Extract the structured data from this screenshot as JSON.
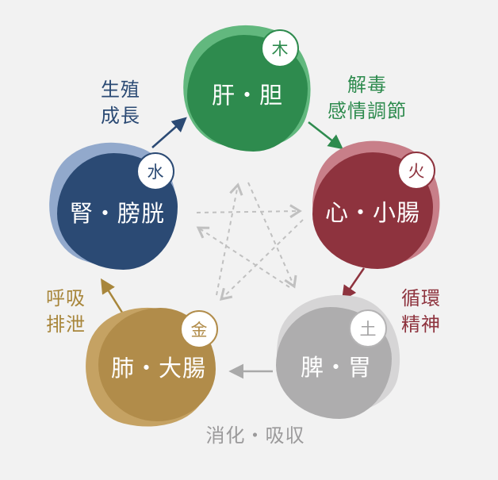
{
  "diagram": {
    "type": "five-elements-organ-cycle",
    "background_color": "#f2f2f2",
    "control_cycle_star_color": "#c0c0c0"
  },
  "elements": [
    {
      "id": "wood",
      "kanji": "木",
      "organs": "肝・胆",
      "functions": [
        "解毒",
        "感情調節"
      ],
      "color_main": "#2e8b4e",
      "color_light": "#62b87e"
    },
    {
      "id": "fire",
      "kanji": "火",
      "organs": "心・小腸",
      "functions": [
        "循環",
        "精神"
      ],
      "color_main": "#8e333e",
      "color_light": "#c87f89"
    },
    {
      "id": "earth",
      "kanji": "土",
      "organs": "脾・胃",
      "functions": [
        "消化・吸収"
      ],
      "color_main": "#aeadae",
      "color_light": "#d6d5d6",
      "function_color": "#9b9a9b"
    },
    {
      "id": "metal",
      "kanji": "金",
      "organs": "肺・大腸",
      "functions": [
        "呼吸",
        "排泄"
      ],
      "color_main": "#b18c4a",
      "color_light": "#c5a263"
    },
    {
      "id": "water",
      "kanji": "水",
      "organs": "腎・膀胱",
      "functions": [
        "生殖",
        "成長"
      ],
      "color_main": "#2b4a74",
      "color_light": "#92a9cc"
    }
  ]
}
